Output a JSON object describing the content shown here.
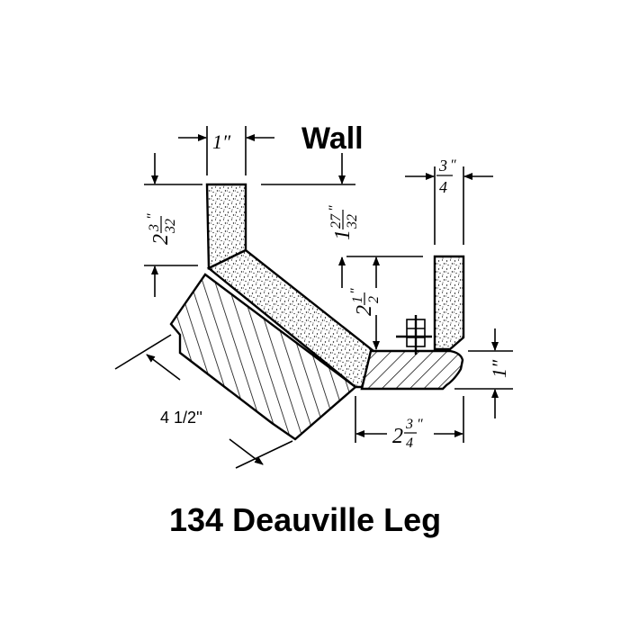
{
  "diagram": {
    "wall_label": "Wall",
    "title": "134 Deauville Leg",
    "dimensions": {
      "top_width": "1″",
      "left_height_whole": "2",
      "left_height_num": "3",
      "left_height_den": "32",
      "mid_height_whole": "1",
      "mid_height_num": "27",
      "mid_height_den": "32",
      "right_top_num": "3",
      "right_top_den": "4",
      "mid_drop_whole": "2",
      "mid_drop_num": "1",
      "mid_drop_den": "2",
      "right_height": "1″",
      "bottom_width_whole": "2",
      "bottom_width_num": "3",
      "bottom_width_den": "4",
      "leg_width": "4 1/2''",
      "inch_mark": "″"
    }
  },
  "colors": {
    "ink": "#000000",
    "background": "#ffffff",
    "stipple": "#000000"
  }
}
